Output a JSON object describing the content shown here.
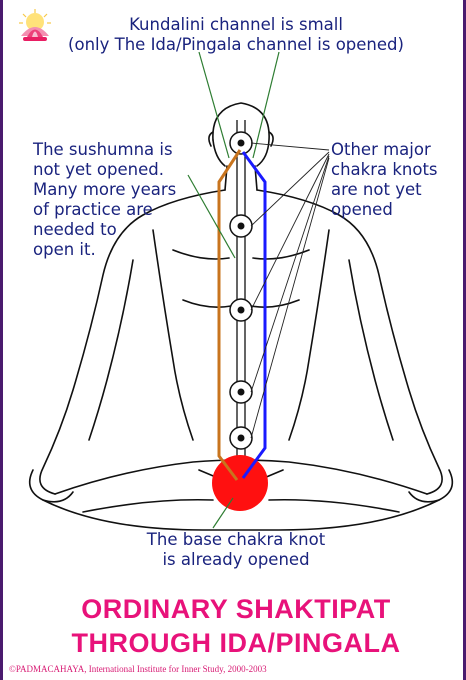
{
  "labels": {
    "top_line1": "Kundalini channel is small",
    "top_line2": "(only The Ida/Pingala channel is opened)",
    "left_lines": [
      "The sushumna is",
      "not yet opened.",
      "Many more years",
      "of practice are",
      "needed to",
      "open it."
    ],
    "right_lines": [
      "Other major",
      "chakra knots",
      "are not yet",
      "opened"
    ],
    "bottom_line1": "The base chakra knot",
    "bottom_line2": "is already opened"
  },
  "title": {
    "line1": "ORDINARY SHAKTIPAT",
    "line2": "THROUGH IDA/PINGALA"
  },
  "copyright": "©PADMACAHAYA, International Institute for Inner Study, 2000-2003",
  "colors": {
    "label_text": "#1a237e",
    "title_text": "#e8127a",
    "ida_channel": "#c8741e",
    "pingala_channel": "#1a1aff",
    "base_chakra": "#ff1010",
    "pointer_lines": "#2e7d32",
    "border": "#4a1a6e"
  },
  "icons": [
    "lotus-logo-icon"
  ]
}
